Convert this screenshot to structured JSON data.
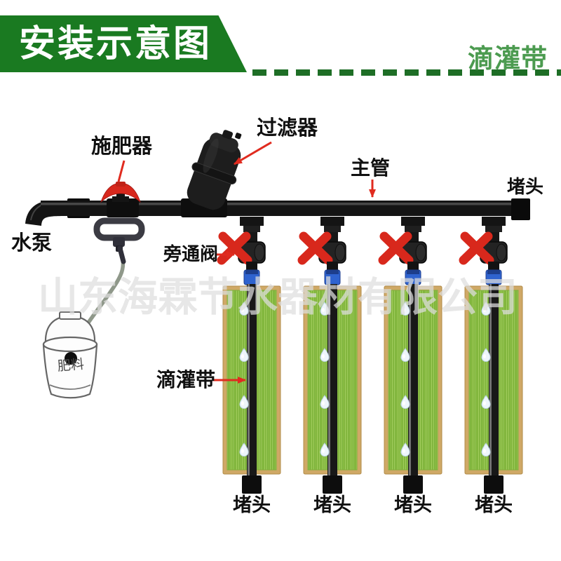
{
  "header": {
    "title": "安装示意图",
    "product_name": "滴灌带"
  },
  "watermark": "山东海霖节水器材有限公司",
  "labels": {
    "fertilizer_applicator": "施肥器",
    "filter": "过滤器",
    "main_pipe": "主管",
    "plug_top": "堵头",
    "water_pump": "水泵",
    "bypass_valve": "旁通阀",
    "drip_tape": "滴灌带",
    "fertilizer": "肥料",
    "plugs_bottom": [
      "堵头",
      "堵头",
      "堵头",
      "堵头"
    ]
  },
  "colors": {
    "banner_green": "#1a7a21",
    "accent_green": "#4c9b50",
    "dash_green": "#1e6e26",
    "arrow_red": "#e02b1f",
    "valve_red": "#d8281c",
    "connector_blue": "#2f63cf",
    "soil_tan": "#cfa866",
    "crop_green": "#8cbe45",
    "pipe_black": "#141414"
  }
}
